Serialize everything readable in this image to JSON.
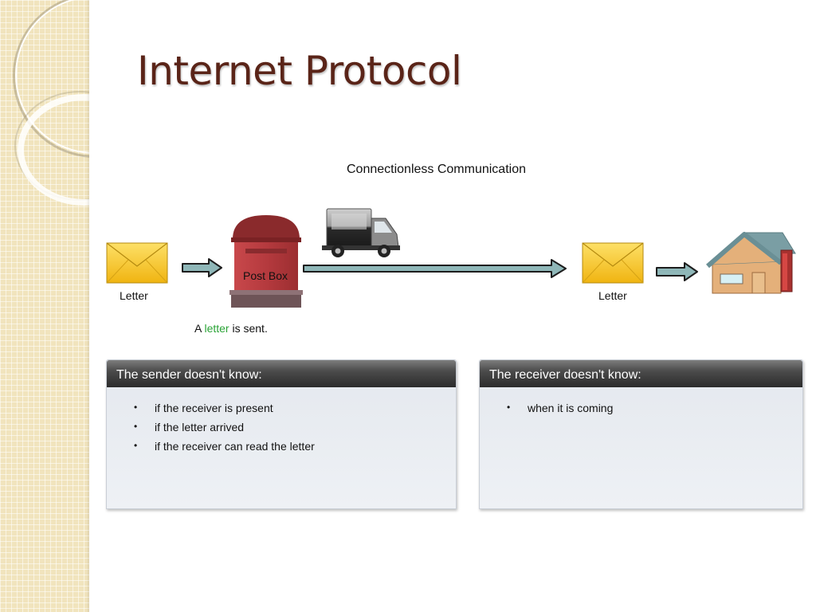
{
  "slide": {
    "title": "Internet Protocol"
  },
  "diagram": {
    "caption": "Connectionless Communication",
    "sender_letter_label": "Letter",
    "receiver_letter_label": "Letter",
    "postbox_label": "Post Box",
    "sent_text": {
      "prefix": "A ",
      "highlight": "letter",
      "suffix": " is sent."
    },
    "colors": {
      "envelope": "#f6c623",
      "postbox": "#b8393d",
      "arrow": "#8fb7b8",
      "highlight": "#2aa336",
      "title": "#5a2418"
    },
    "icons": [
      "envelope-icon",
      "postbox-icon",
      "truck-icon",
      "house-icon",
      "arrow-icon"
    ]
  },
  "panels": {
    "sender": {
      "header": "The sender doesn't know:",
      "items": [
        "if the receiver is present",
        "if the letter arrived",
        "if the receiver can read the letter"
      ]
    },
    "receiver": {
      "header": "The receiver doesn't know:",
      "items": [
        "when it is coming"
      ]
    }
  }
}
